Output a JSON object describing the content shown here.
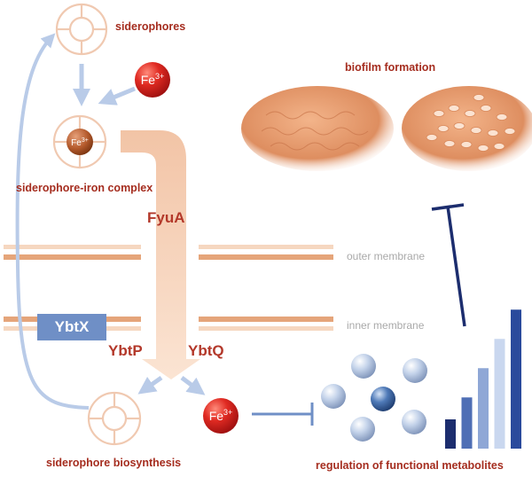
{
  "labels": {
    "siderophores": "siderophores",
    "siderophore_iron_complex": "siderophore-iron complex",
    "siderophore_biosynthesis": "siderophore biosynthesis",
    "biofilm_formation": "biofilm formation",
    "regulation": "regulation of functional metabolites",
    "fyua": "FyuA",
    "ybtx": "YbtX",
    "ybtp": "YbtP",
    "ybtq": "YbtQ",
    "outer_membrane": "outer membrane",
    "inner_membrane": "inner membrane"
  },
  "fe": {
    "base": "Fe",
    "charge": "3+"
  },
  "colors": {
    "dark_red_text": "#a52d1f",
    "membrane": "#e5a57a",
    "membrane_light": "#f6d7c0",
    "arrow_blue": "#b9cbe8",
    "inhibit_blue": "#6f8fc6",
    "navy": "#1c2d6e",
    "iron_red": "#d91f1f",
    "ybtx_box": "#6f8fc6"
  },
  "bar_levels": [
    0.2,
    0.35,
    0.55,
    0.75,
    0.95
  ]
}
